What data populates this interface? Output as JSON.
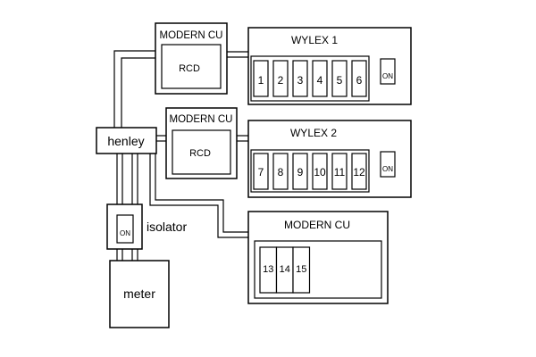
{
  "henley": {
    "label": "henley"
  },
  "isolator": {
    "label": "isolator",
    "switch": "ON"
  },
  "meter": {
    "label": "meter"
  },
  "cu_top": {
    "title": "MODERN CU",
    "rcd": "RCD"
  },
  "cu_mid": {
    "title": "MODERN CU",
    "rcd": "RCD"
  },
  "cu_bottom": {
    "title": "MODERN CU",
    "ways": [
      "13",
      "14",
      "15"
    ]
  },
  "wylex1": {
    "title": "WYLEX 1",
    "switch": "ON",
    "ways": [
      "1",
      "2",
      "3",
      "4",
      "5",
      "6"
    ]
  },
  "wylex2": {
    "title": "WYLEX 2",
    "switch": "ON",
    "ways": [
      "7",
      "8",
      "9",
      "10",
      "11",
      "12"
    ]
  }
}
